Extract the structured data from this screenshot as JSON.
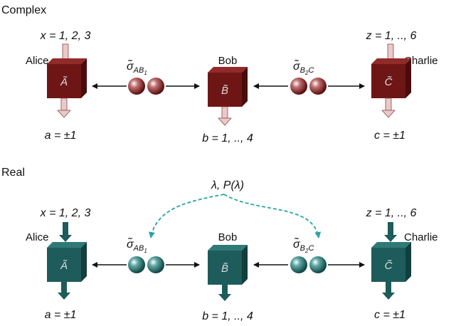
{
  "sections": {
    "complex": {
      "title": "Complex",
      "colors": {
        "cube": "#6e1616",
        "cube_top": "#922a2a",
        "cube_side": "#4a0b0b",
        "arrow": "#e9c9c9",
        "arrow_stroke": "#8a4a4a"
      },
      "alice": {
        "name": "Alice",
        "input": "x = 1, 2, 3",
        "box": "Ã",
        "output": "a = ±1"
      },
      "bob": {
        "name": "Bob",
        "box": "B̃",
        "output": "b = 1, .., 4"
      },
      "charlie": {
        "name": "Charlie",
        "input": "z = 1, .., 6",
        "box": "C̃",
        "output": "c = ±1"
      },
      "source_ab": {
        "sigma": "σ̃",
        "sub": "AB",
        "subsub": "1"
      },
      "source_bc": {
        "sigma": "σ̃",
        "sub": "B",
        "subsub": "2",
        "sub_tail": "C"
      }
    },
    "real": {
      "title": "Real",
      "colors": {
        "cube": "#1d5c5a",
        "cube_top": "#2f7a77",
        "cube_side": "#123e3c",
        "arrow": "#1d5c5a",
        "arrow_stroke": "#123e3c"
      },
      "hidden_variable": "λ, P(λ)",
      "hidden_color": "#2aa3a3",
      "alice": {
        "name": "Alice",
        "input": "x = 1, 2, 3",
        "box": "Ã",
        "output": "a = ±1"
      },
      "bob": {
        "name": "Bob",
        "box": "B̃",
        "output": "b = 1, .., 4"
      },
      "charlie": {
        "name": "Charlie",
        "input": "z = 1, .., 6",
        "box": "C̃",
        "output": "c = ±1"
      },
      "source_ab": {
        "sigma": "σ̃",
        "sub": "AB",
        "subsub": "1"
      },
      "source_bc": {
        "sigma": "σ̃",
        "sub": "B",
        "subsub": "2",
        "sub_tail": "C"
      }
    }
  }
}
